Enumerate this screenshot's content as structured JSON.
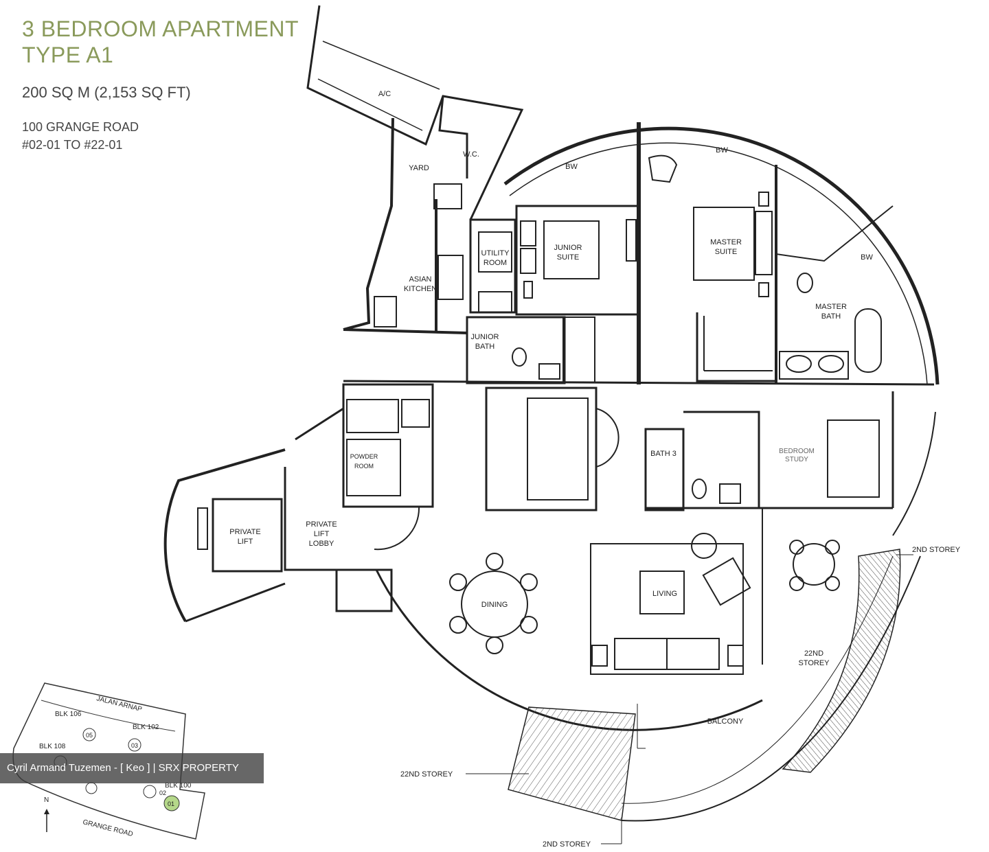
{
  "header": {
    "title_line1": "3 BEDROOM APARTMENT",
    "title_line2": "TYPE A1",
    "area": "200 SQ M (2,153 SQ FT)",
    "address": "100 GRANGE ROAD",
    "units": "#02-01 TO #22-01"
  },
  "rooms": {
    "ac": "A/C",
    "wc": "W.C.",
    "yard": "YARD",
    "bw1": "BW",
    "bw2": "BW",
    "bw3": "BW",
    "asian_kitchen_1": "ASIAN",
    "asian_kitchen_2": "KITCHEN",
    "utility_1": "UTILITY",
    "utility_2": "ROOM",
    "junior_suite_1": "JUNIOR",
    "junior_suite_2": "SUITE",
    "master_suite_1": "MASTER",
    "master_suite_2": "SUITE",
    "master_bath_1": "MASTER",
    "master_bath_2": "BATH",
    "junior_bath_1": "JUNIOR",
    "junior_bath_2": "BATH",
    "powder_1": "POWDER",
    "powder_2": "ROOM",
    "bath3": "BATH 3",
    "bedroom_1": "BEDROOM",
    "bedroom_2": "STUDY",
    "private_lift_1": "PRIVATE",
    "private_lift_2": "LIFT",
    "lift_lobby_1": "PRIVATE",
    "lift_lobby_2": "LIFT",
    "lift_lobby_3": "LOBBY",
    "dining": "DINING",
    "living": "LIVING",
    "balcony": "BALCONY"
  },
  "annotations": {
    "storey_2nd_top": "2ND STOREY",
    "storey_22nd_right_1": "22ND",
    "storey_22nd_right_2": "STOREY",
    "storey_22nd_left": "22ND STOREY",
    "storey_2nd_bottom": "2ND STOREY"
  },
  "keyplan": {
    "road_top": "JALAN ARNAP",
    "road_bottom": "GRANGE ROAD",
    "blk106": "BLK 106",
    "blk102": "BLK 102",
    "blk108": "BLK 108",
    "blk100": "BLK 100",
    "unit05": "05",
    "unit03": "03",
    "unit02": "02",
    "unit01": "01",
    "north": "N",
    "highlight_color": "#b5d88a"
  },
  "watermark": "Cyril Armand Tuzemen - [ Keo ] | SRX PROPERTY",
  "colors": {
    "title": "#8a9a5b",
    "line": "#222222"
  }
}
